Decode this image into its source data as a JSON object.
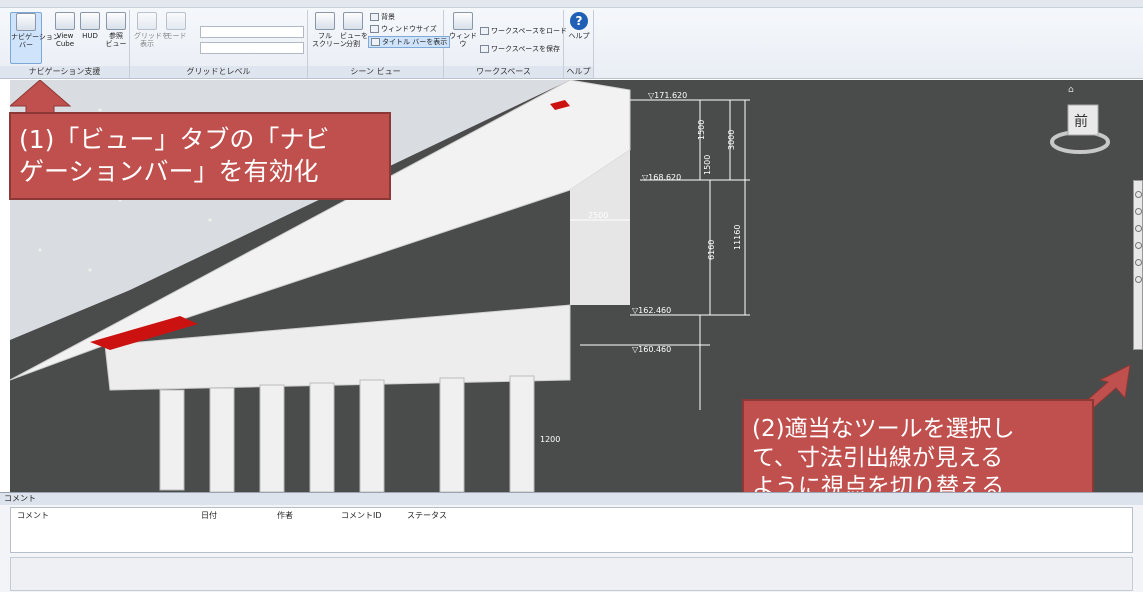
{
  "ribbon": {
    "navigation_panel": {
      "title": "ナビゲーション支援",
      "buttons": [
        {
          "label": "ナビゲーション\nバー",
          "active": true
        },
        {
          "label": "View\nCube"
        },
        {
          "label": "HUD"
        },
        {
          "label": "参照\nビュー"
        }
      ]
    },
    "grid_panel": {
      "title": "グリッドとレベル",
      "buttons": [
        {
          "label": "グリッドを\n表示"
        },
        {
          "label": "モード"
        }
      ]
    },
    "scene_panel": {
      "title": "シーン ビュー",
      "buttons": [
        {
          "label": "フル\nスクリーン"
        },
        {
          "label": "ビューを\n分割"
        }
      ],
      "small_items": [
        "背景",
        "ウィンドウサイズ",
        "タイトル バーを表示"
      ]
    },
    "workspace_panel": {
      "title": "ワークスペース",
      "buttons": [
        {
          "label": "ウィンドウ"
        }
      ],
      "small_items": [
        "ワークスペースをロード",
        "ワークスペースを保存"
      ]
    },
    "help_panel": {
      "title": "ヘルプ",
      "buttons": [
        {
          "label": "ヘルプ"
        }
      ]
    }
  },
  "viewport": {
    "viewcube_face": "前",
    "dimensions": [
      "▽171.620",
      "1500",
      "3000",
      "1500",
      "▽168.620",
      "2500",
      "6160",
      "11160",
      "▽162.460",
      "▽160.460",
      "1200"
    ]
  },
  "callouts": {
    "first": "(1)「ビュー」タブの「ナビゲーションバー」を有効化",
    "first_lines": [
      "(1)「ビュー」タブの「ナビ",
      "ゲーションバー」を有効化"
    ],
    "second_lines": [
      "(2)適当なツールを選択し",
      "て、寸法引出線が見える",
      "ように視点を切り替える"
    ]
  },
  "comments": {
    "title": "コメント",
    "columns": [
      "コメント",
      "日付",
      "作者",
      "コメントID",
      "ステータス"
    ]
  },
  "colors": {
    "callout": "#c0504d",
    "viewport": "#4a4c4c",
    "accent_red": "#cc1111"
  }
}
